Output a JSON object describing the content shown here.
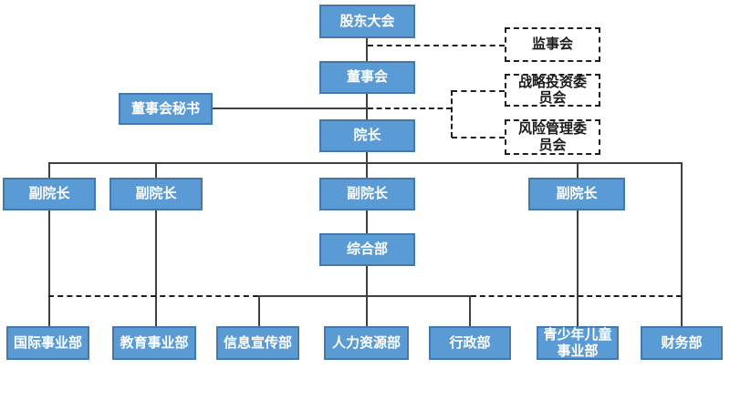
{
  "org_chart": {
    "nodes": {
      "shareholders_meeting": "股东大会",
      "supervisory_board": "监事会",
      "board_of_directors": "董事会",
      "board_secretary": "董事会秘书",
      "strategic_investment_committee": "战略投资委员会",
      "risk_management_committee": "风险管理委员会",
      "president": "院长",
      "vice_president_1": "副院长",
      "vice_president_2": "副院长",
      "vice_president_3": "副院长",
      "vice_president_4": "副院长",
      "general_department": "综合部",
      "international_business_department": "国际事业部",
      "education_business_department": "教育事业部",
      "information_publicity_department": "信息宣传部",
      "human_resources_department": "人力资源部",
      "administration_department": "行政部",
      "youth_children_business_department": "青少年儿童事业部",
      "finance_department": "财务部"
    },
    "edges": [
      {
        "from": "股东大会",
        "to": "董事会",
        "style": "solid"
      },
      {
        "from": "股东大会",
        "to": "监事会",
        "style": "dashed"
      },
      {
        "from": "董事会",
        "to": "院长",
        "style": "solid"
      },
      {
        "from": "董事会秘书",
        "to": "董事会/院长主干线",
        "style": "solid"
      },
      {
        "from": "院长",
        "to": "战略投资委员会",
        "style": "dashed"
      },
      {
        "from": "院长",
        "to": "风险管理委员会",
        "style": "dashed"
      },
      {
        "from": "院长",
        "to": "副院长(×4)",
        "style": "solid"
      },
      {
        "from": "院长",
        "to": "财务部",
        "style": "solid"
      },
      {
        "from": "副院长1",
        "to": "国际事业部",
        "style": "solid"
      },
      {
        "from": "副院长2",
        "to": "教育事业部",
        "style": "solid"
      },
      {
        "from": "副院长3",
        "to": "综合部",
        "style": "solid"
      },
      {
        "from": "综合部",
        "to": "人力资源部",
        "style": "solid"
      },
      {
        "from": "副院长4",
        "to": "青少年儿童事业部",
        "style": "solid"
      }
    ],
    "bottom_tie_line": {
      "connects": [
        "国际事业部",
        "教育事业部",
        "信息宣传部",
        "人力资源部",
        "行政部",
        "青少年儿童事业部",
        "财务部"
      ],
      "style": "dashed-solid-dashed"
    },
    "colors": {
      "node_fill": "#5B9BD5",
      "node_border": "#4579AC",
      "node_text": "#FFFFFF",
      "dashed_box_border": "#1F1F1F",
      "dashed_box_text": "#1A1A1A",
      "connector_solid": "#404040",
      "connector_dashed": "#1F1F1F",
      "background": "#FFFFFF"
    }
  }
}
